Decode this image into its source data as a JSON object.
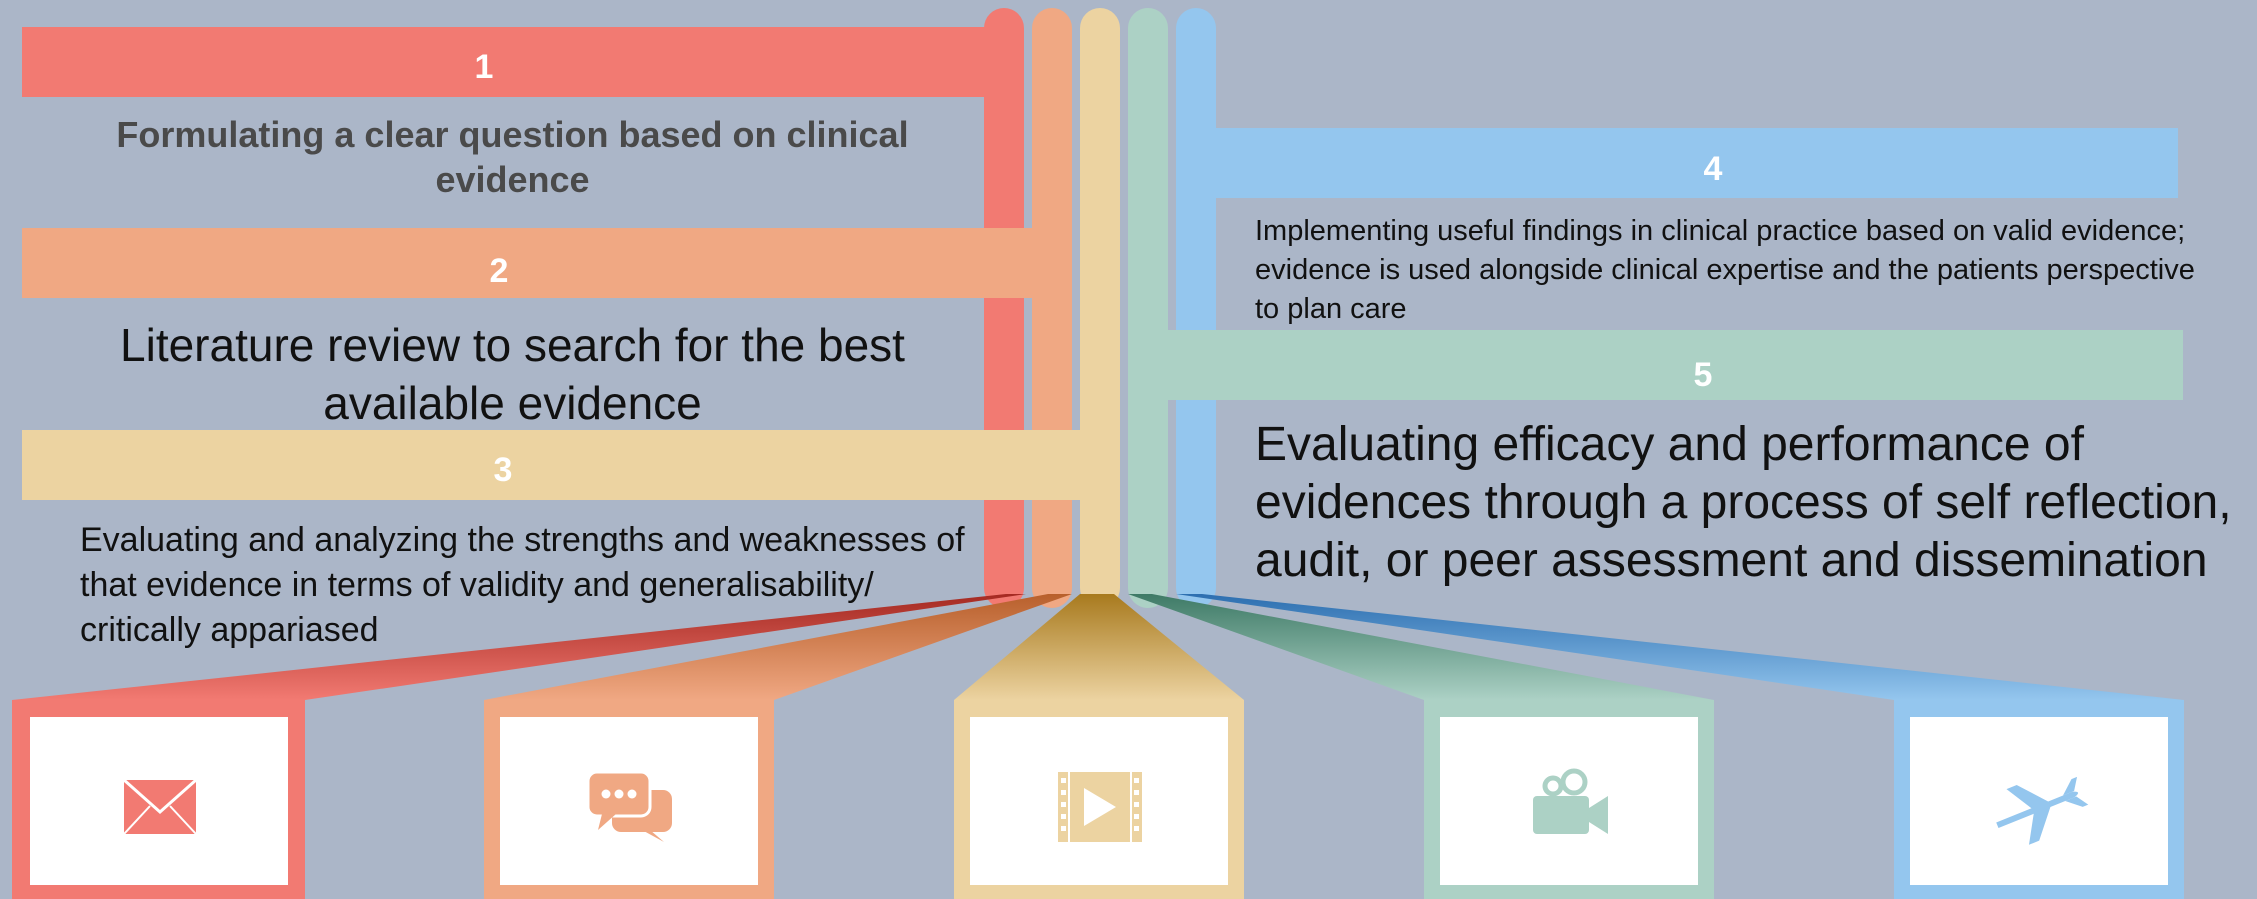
{
  "steps": [
    {
      "number": "1",
      "text": "Formulating a clear question based on clinical evidence",
      "color": "#f27a72",
      "icon": "envelope-icon"
    },
    {
      "number": "2",
      "text": "Literature review to search for the best available evidence",
      "color": "#f0a883",
      "icon": "chat-bubbles-icon"
    },
    {
      "number": "3",
      "text": "Evaluating and analyzing the strengths and weaknesses of that evidence in terms of validity and generalisability/ critically appariased",
      "color": "#ecd3a1",
      "icon": "film-play-icon"
    },
    {
      "number": "4",
      "text": "Implementing useful findings in clinical practice based on valid evidence; evidence is used alongside clinical expertise and the patients perspective to plan care",
      "color": "#94c6ee",
      "icon": "plane-icon"
    },
    {
      "number": "5",
      "text": "Evaluating efficacy and performance of evidences through a process of self reflection, audit, or peer assessment and dissemination",
      "color": "#acd1c5",
      "icon": "video-camera-icon"
    }
  ],
  "colors": {
    "background": "#abb6c8",
    "red_dark": "#a52a22",
    "orange_dark": "#b8602c",
    "gold_dark": "#a87a1e",
    "green_dark": "#3e7a66",
    "blue_dark": "#2d6fb0"
  }
}
